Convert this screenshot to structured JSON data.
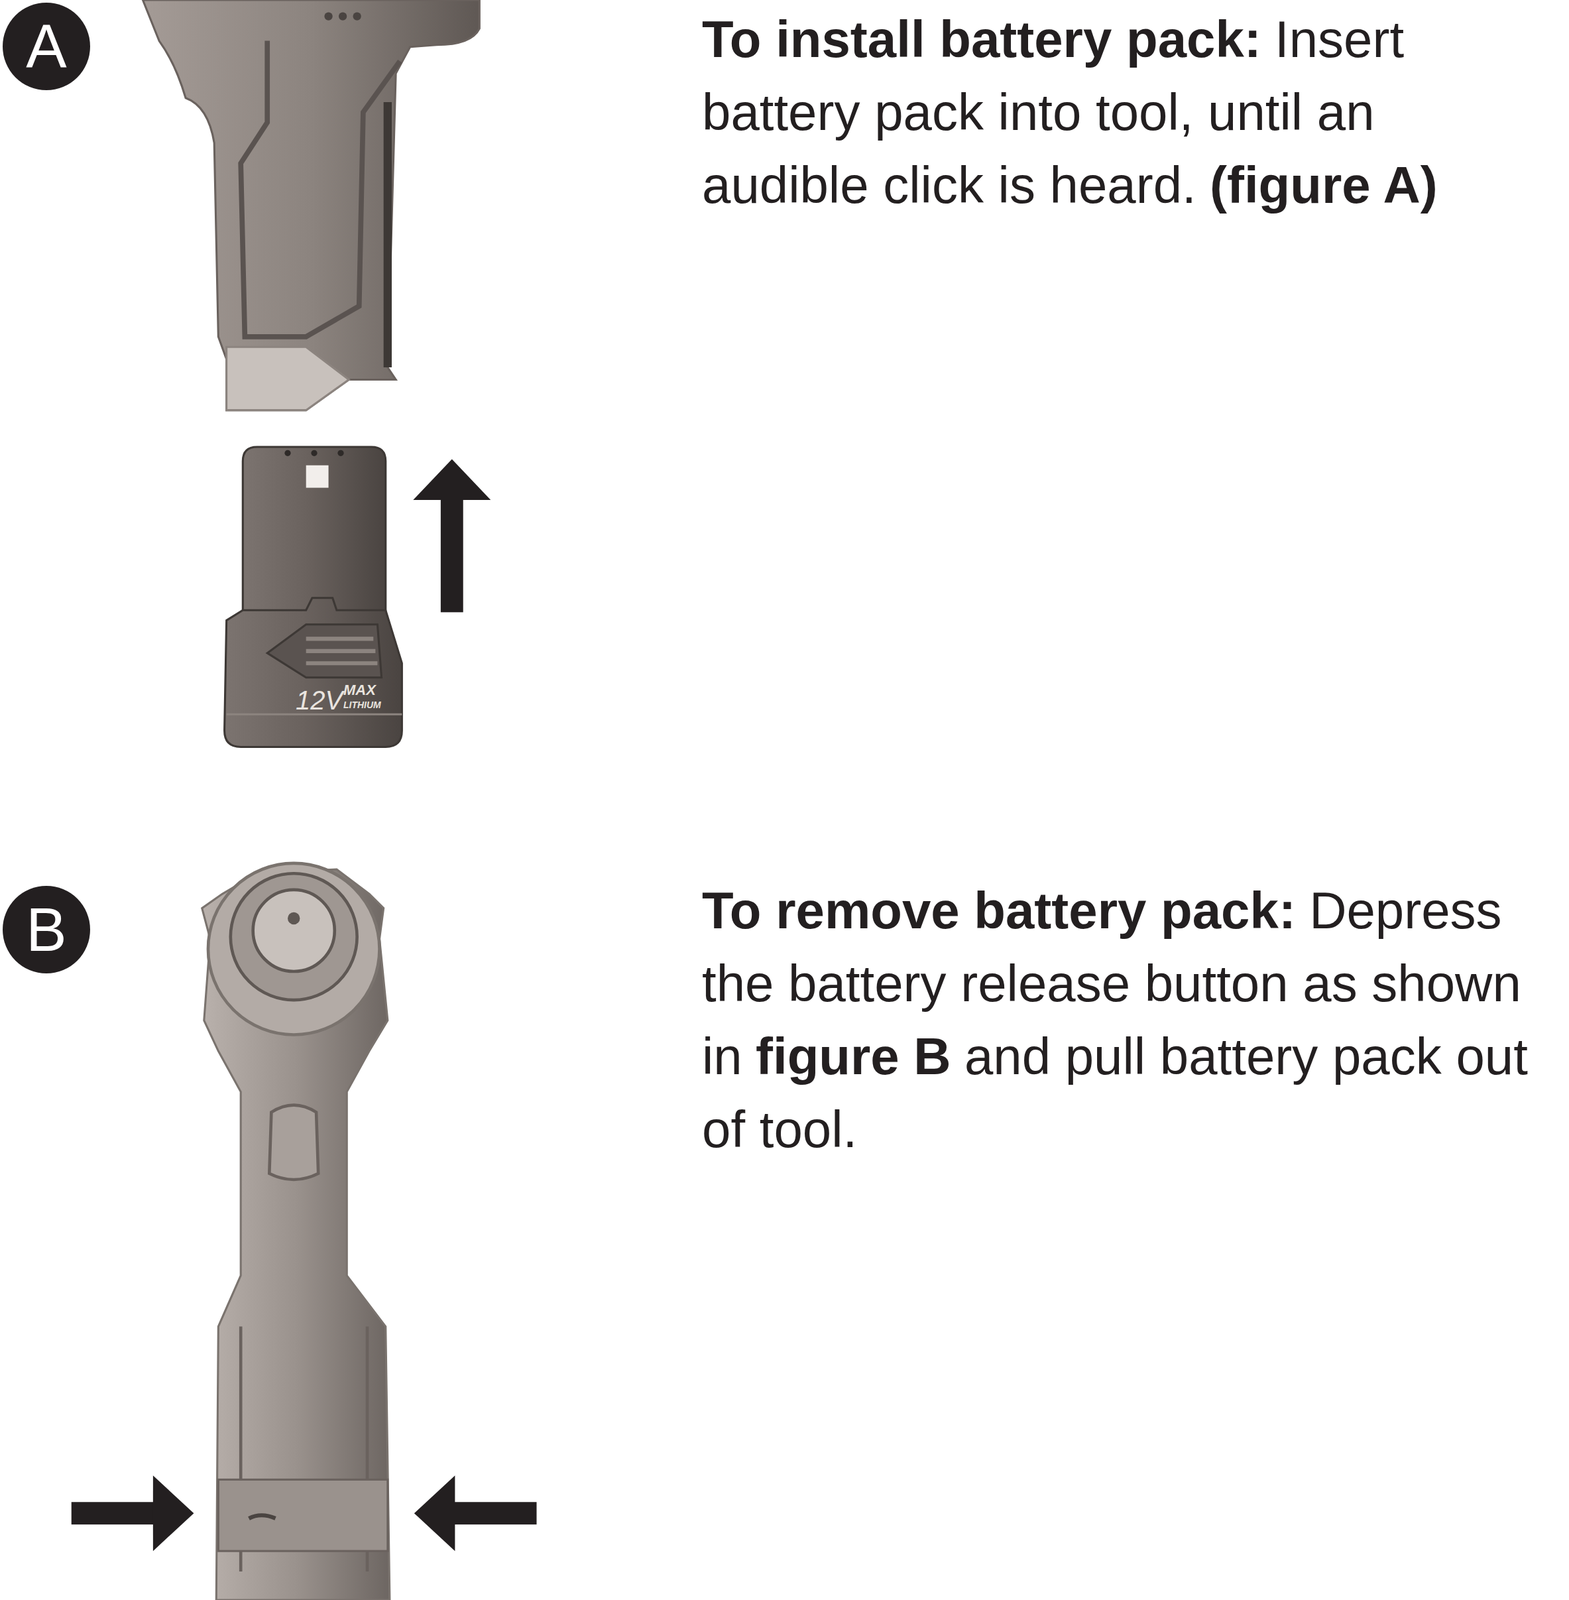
{
  "diagram": {
    "nodes": [
      {
        "text": [
          "A"
        ]
      },
      {
        "text": [
          "B"
        ]
      }
    ],
    "labels": [
      "To install battery pack:",
      "Insert battery pack into tool, until an audible click is heard.",
      "(figure A)",
      "12V",
      "MAX",
      "LITHIUM",
      "To remove battery pack:",
      "Depress the battery release button as shown in",
      "figure B",
      "and pull battery pack out of tool."
    ]
  }
}
